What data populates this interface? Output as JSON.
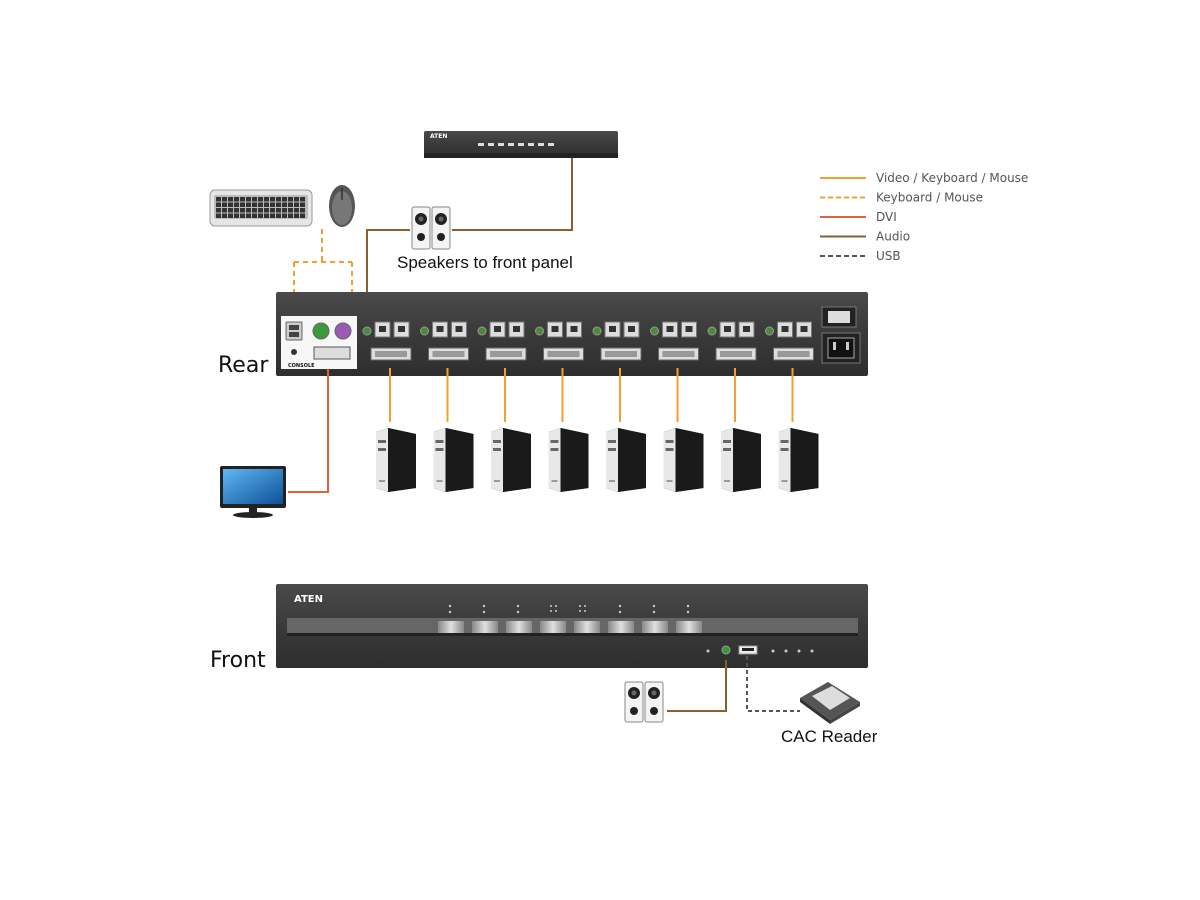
{
  "labels": {
    "speakers_rear": "Speakers to front panel",
    "rear": "Rear",
    "front": "Front",
    "cac_reader": "CAC Reader",
    "console": "CONSOLE"
  },
  "brand": "ATEN",
  "legend": [
    {
      "label": "Video / Keyboard / Mouse",
      "color": "#f0a030",
      "style": "solid"
    },
    {
      "label": "Keyboard / Mouse",
      "color": "#f0a030",
      "style": "dashed"
    },
    {
      "label": "DVI",
      "color": "#e06040",
      "style": "solid"
    },
    {
      "label": "Audio",
      "color": "#8a6030",
      "style": "solid"
    },
    {
      "label": "USB",
      "color": "#555555",
      "style": "dashed"
    }
  ],
  "colors": {
    "video_kbd_mouse": "#f0a030",
    "dvi": "#e06040",
    "audio": "#8a6030",
    "usb": "#555555",
    "device_body": "#3c3c3c",
    "background": "#ffffff"
  },
  "computer_count": 8,
  "port_groups": 8
}
